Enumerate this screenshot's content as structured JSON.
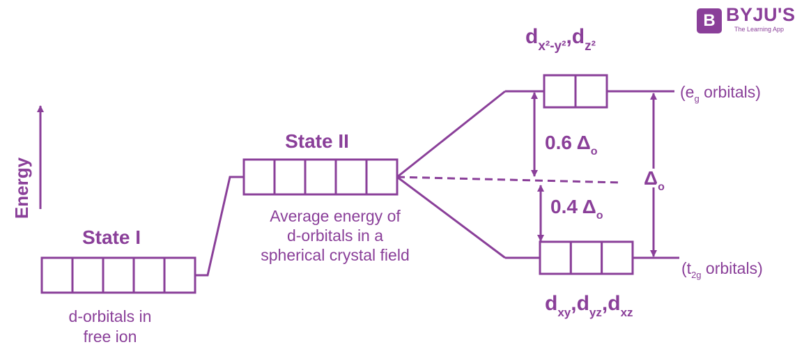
{
  "colors": {
    "ink": "#8a3f99"
  },
  "logo": {
    "mark": "B",
    "name": "BYJU'S",
    "tagline": "The Learning App"
  },
  "axis": {
    "label": "Energy"
  },
  "state1": {
    "title": "State I",
    "caption": [
      "d-orbitals in",
      "free ion"
    ],
    "box_count": 5
  },
  "state2": {
    "title": "State II",
    "caption": [
      "Average energy of",
      "d-orbitals in a",
      "spherical crystal field"
    ],
    "box_count": 5
  },
  "eg": {
    "box_count": 2,
    "label": {
      "d": "d",
      "sub1": "x²-y²",
      "sep": ",",
      "sub2": "z²"
    },
    "side_label": {
      "open": "(e",
      "sub": "g",
      "close": " orbitals)"
    }
  },
  "t2g": {
    "box_count": 3,
    "label": {
      "d1": "d",
      "s1": "xy",
      "c1": ",",
      "d2": "d",
      "s2": "yz",
      "c2": ",",
      "d3": "d",
      "s3": "xz"
    },
    "side_label": {
      "open": "(t",
      "sub": "2g",
      "close": " orbitals)"
    }
  },
  "gaps": {
    "upper": {
      "value": "0.6 Δ",
      "sub": "o"
    },
    "lower": {
      "value": "0.4 Δ",
      "sub": "o"
    },
    "total": {
      "value": "Δ",
      "sub": "o"
    }
  }
}
